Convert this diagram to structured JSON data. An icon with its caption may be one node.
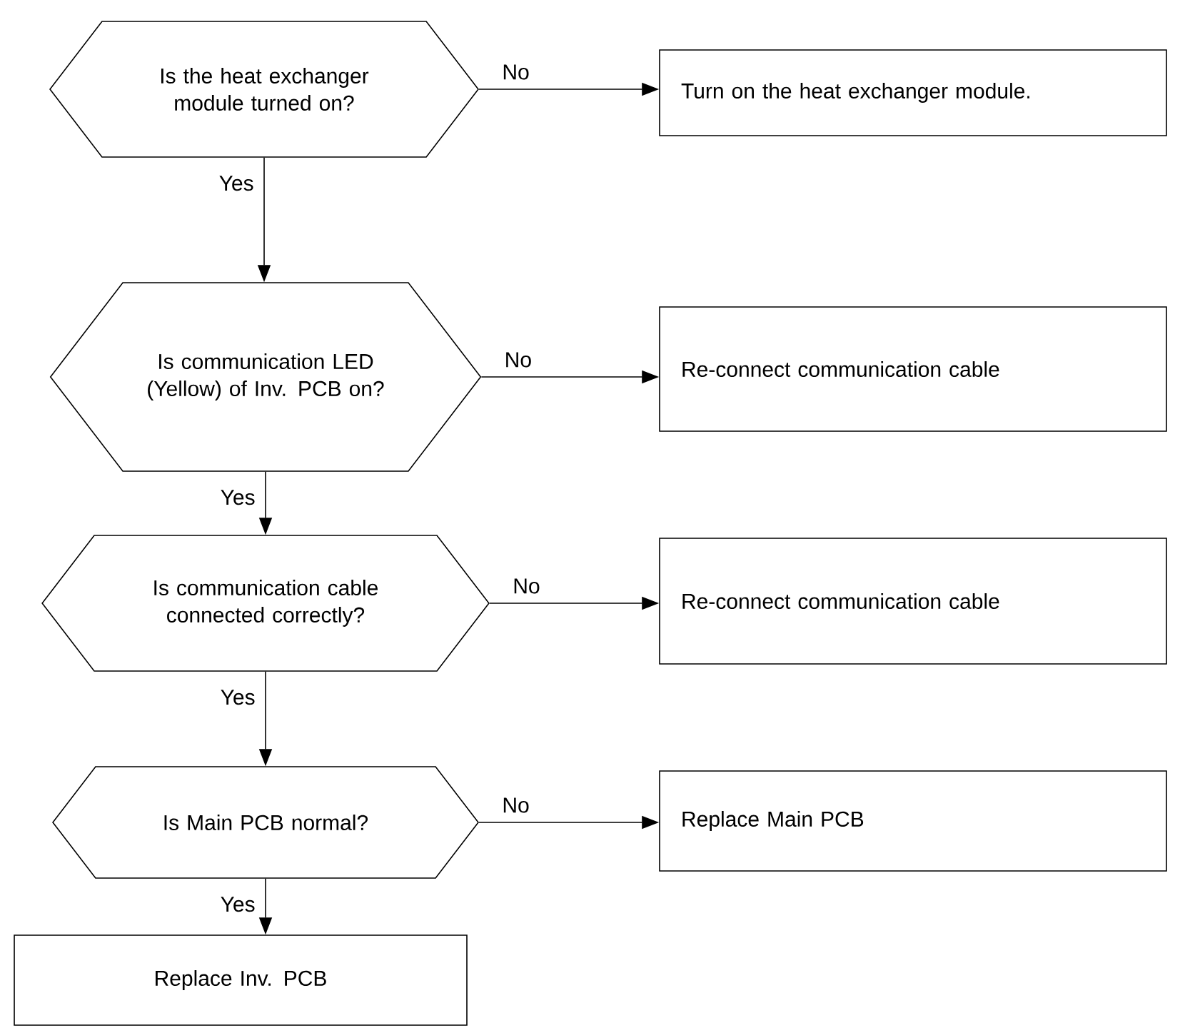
{
  "diagram": {
    "nodes": [
      {
        "text": [
          "Is the heat exchanger module turned on?"
        ]
      },
      {
        "text": [
          "Turn on the heat exchanger module."
        ]
      },
      {
        "text": [
          "Is communication LED (Yellow) of Inv. PCB on?"
        ]
      },
      {
        "text": [
          "Re-connect communication cable"
        ]
      },
      {
        "text": [
          "Is communication cable connected correctly?"
        ]
      },
      {
        "text": [
          "Re-connect communication cable"
        ]
      },
      {
        "text": [
          "Is Main PCB normal?"
        ]
      },
      {
        "text": [
          "Replace Main PCB"
        ]
      },
      {
        "text": [
          "Replace Inv. PCB"
        ]
      }
    ],
    "edges": [
      {
        "from": 0,
        "to": 1,
        "arrow": "to",
        "label": "No"
      },
      {
        "from": 0,
        "to": 2,
        "arrow": "to",
        "label": "Yes"
      },
      {
        "from": 2,
        "to": 3,
        "arrow": "to",
        "label": "No"
      },
      {
        "from": 2,
        "to": 4,
        "arrow": "to",
        "label": "Yes"
      },
      {
        "from": 4,
        "to": 5,
        "arrow": "to",
        "label": "No"
      },
      {
        "from": 4,
        "to": 6,
        "arrow": "to",
        "label": "Yes"
      },
      {
        "from": 6,
        "to": 7,
        "arrow": "to",
        "label": "No"
      },
      {
        "from": 6,
        "to": 8,
        "arrow": "to",
        "label": "Yes"
      }
    ]
  }
}
